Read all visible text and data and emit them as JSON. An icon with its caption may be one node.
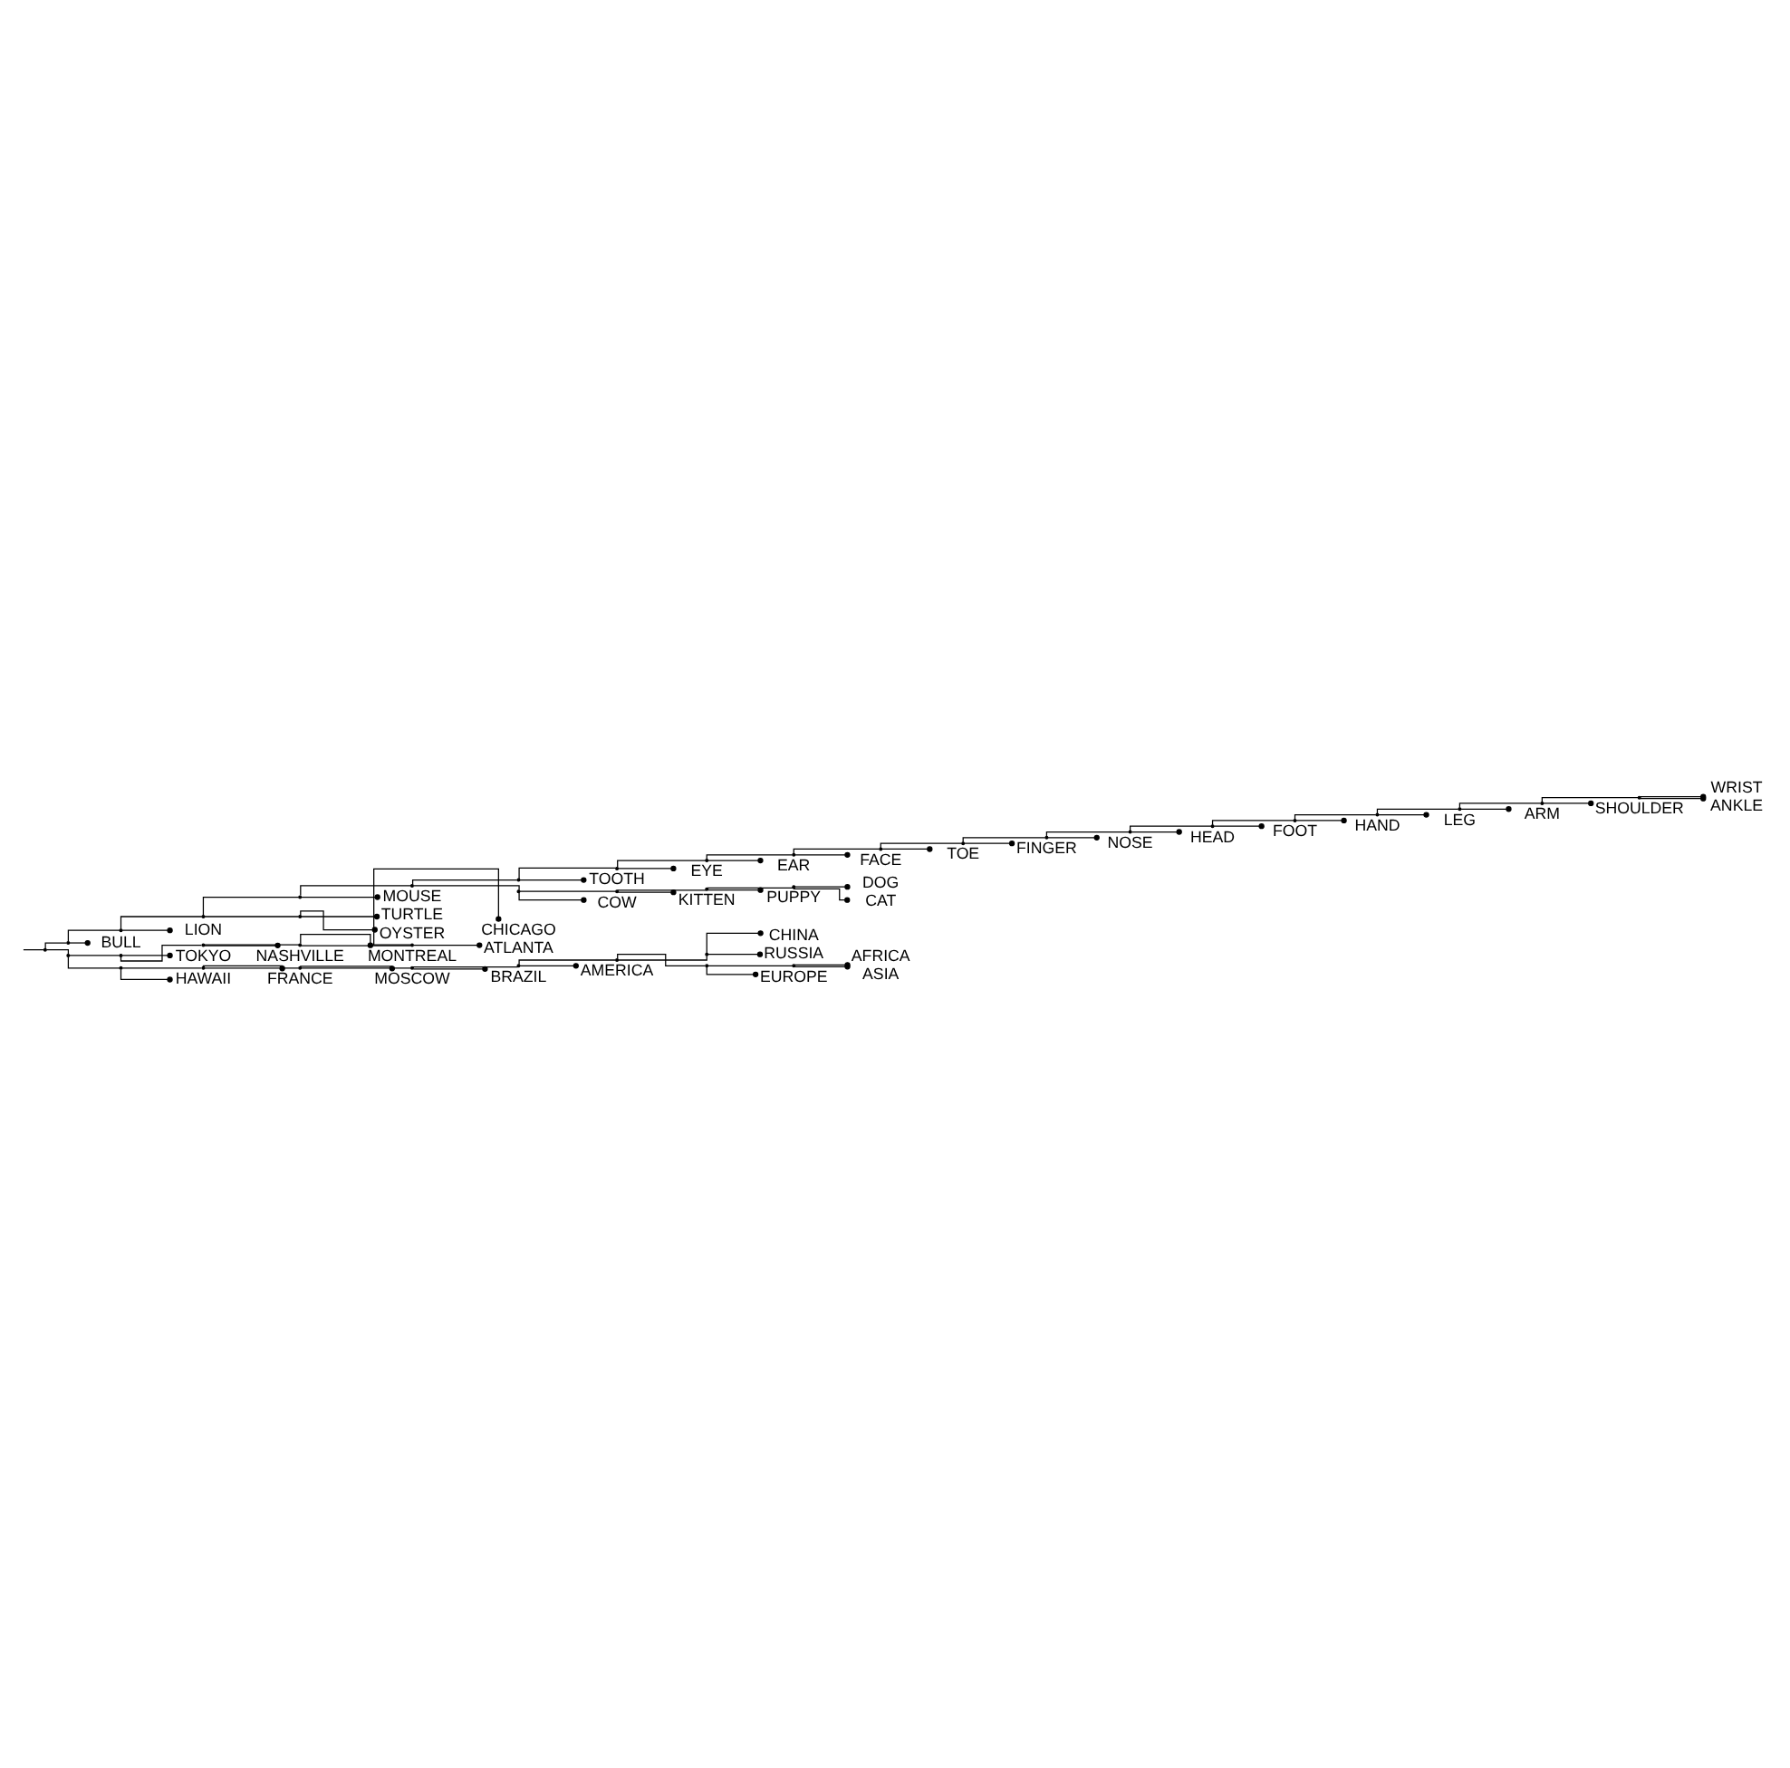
{
  "diagram": {
    "nodes": [
      {
        "text": [
          "WRIST"
        ]
      },
      {
        "text": [
          "ANKLE"
        ]
      },
      {
        "text": [
          "SHOULDER"
        ]
      },
      {
        "text": [
          "ARM"
        ]
      },
      {
        "text": [
          "LEG"
        ]
      },
      {
        "text": [
          "HAND"
        ]
      },
      {
        "text": [
          "FOOT"
        ]
      },
      {
        "text": [
          "HEAD"
        ]
      },
      {
        "text": [
          "NOSE"
        ]
      },
      {
        "text": [
          "FINGER"
        ]
      },
      {
        "text": [
          "TOE"
        ]
      },
      {
        "text": [
          "FACE"
        ]
      },
      {
        "text": [
          "EAR"
        ]
      },
      {
        "text": [
          "EYE"
        ]
      },
      {
        "text": [
          "TOOTH"
        ]
      },
      {
        "text": [
          "DOG"
        ]
      },
      {
        "text": [
          "CAT"
        ]
      },
      {
        "text": [
          "PUPPY"
        ]
      },
      {
        "text": [
          "KITTEN"
        ]
      },
      {
        "text": [
          "COW"
        ]
      },
      {
        "text": [
          "MOUSE"
        ]
      },
      {
        "text": [
          "TURTLE"
        ]
      },
      {
        "text": [
          "OYSTER"
        ]
      },
      {
        "text": [
          "LION"
        ]
      },
      {
        "text": [
          "BULL"
        ]
      },
      {
        "text": [
          "CHICAGO"
        ]
      },
      {
        "text": [
          "ATLANTA"
        ]
      },
      {
        "text": [
          "MONTREAL"
        ]
      },
      {
        "text": [
          "NASHVILLE"
        ]
      },
      {
        "text": [
          "TOKYO"
        ]
      },
      {
        "text": [
          "CHINA"
        ]
      },
      {
        "text": [
          "RUSSIA"
        ]
      },
      {
        "text": [
          "AFRICA"
        ]
      },
      {
        "text": [
          "ASIA"
        ]
      },
      {
        "text": [
          "EUROPE"
        ]
      },
      {
        "text": [
          "AMERICA"
        ]
      },
      {
        "text": [
          "BRAZIL"
        ]
      },
      {
        "text": [
          "MOSCOW"
        ]
      },
      {
        "text": [
          "FRANCE"
        ]
      },
      {
        "text": [
          "HAWAII"
        ]
      },
      {
        "text": [],
        "shape": "point"
      },
      {
        "text": [],
        "shape": "point"
      },
      {
        "text": [],
        "shape": "point"
      },
      {
        "text": [],
        "shape": "point"
      },
      {
        "text": [],
        "shape": "point"
      },
      {
        "text": [],
        "shape": "point"
      },
      {
        "text": [],
        "shape": "point"
      },
      {
        "text": [],
        "shape": "point"
      },
      {
        "text": [],
        "shape": "point"
      },
      {
        "text": [],
        "shape": "point"
      },
      {
        "text": [],
        "shape": "point"
      },
      {
        "text": [],
        "shape": "point"
      },
      {
        "text": [],
        "shape": "point"
      },
      {
        "text": [],
        "shape": "point"
      },
      {
        "text": [],
        "shape": "point"
      },
      {
        "text": [],
        "shape": "point"
      },
      {
        "text": [],
        "shape": "point"
      },
      {
        "text": [],
        "shape": "point"
      },
      {
        "text": [],
        "shape": "point"
      },
      {
        "text": [],
        "shape": "point"
      },
      {
        "text": [],
        "shape": "point"
      },
      {
        "text": [],
        "shape": "point"
      },
      {
        "text": [],
        "shape": "point"
      },
      {
        "text": [],
        "shape": "point"
      },
      {
        "text": [],
        "shape": "point"
      },
      {
        "text": [],
        "shape": "point"
      },
      {
        "text": [],
        "shape": "point"
      },
      {
        "text": [],
        "shape": "point"
      },
      {
        "text": [],
        "shape": "point"
      },
      {
        "text": [],
        "shape": "point"
      },
      {
        "text": [],
        "shape": "point"
      },
      {
        "text": [],
        "shape": "point"
      },
      {
        "text": [],
        "shape": "point"
      },
      {
        "text": [],
        "shape": "point"
      },
      {
        "text": [],
        "shape": "point"
      },
      {
        "text": [],
        "shape": "point"
      },
      {
        "text": [],
        "shape": "point"
      },
      {
        "text": [],
        "shape": "point"
      },
      {
        "text": [],
        "shape": "point"
      }
    ],
    "edges": [
      {
        "from": null,
        "to": 40,
        "arrow": "none"
      },
      {
        "from": 40,
        "to": 41,
        "arrow": "none"
      },
      {
        "from": 40,
        "to": 42,
        "arrow": "none"
      },
      {
        "from": 41,
        "to": 43,
        "arrow": "none"
      },
      {
        "from": 41,
        "to": 24,
        "arrow": "other"
      },
      {
        "from": 43,
        "to": 44,
        "arrow": "none"
      },
      {
        "from": 43,
        "to": 23,
        "arrow": "other"
      },
      {
        "from": 44,
        "to": 45,
        "arrow": "none"
      },
      {
        "from": 44,
        "to": 61,
        "arrow": "none"
      },
      {
        "from": 61,
        "to": 21,
        "arrow": "other"
      },
      {
        "from": 61,
        "to": 22,
        "arrow": "other"
      },
      {
        "from": 45,
        "to": 46,
        "arrow": "none"
      },
      {
        "from": 45,
        "to": 20,
        "arrow": "other"
      },
      {
        "from": 46,
        "to": 47,
        "arrow": "none"
      },
      {
        "from": 46,
        "to": 62,
        "arrow": "none"
      },
      {
        "from": 47,
        "to": 48,
        "arrow": "none"
      },
      {
        "from": 47,
        "to": 14,
        "arrow": "other"
      },
      {
        "from": 48,
        "to": 49,
        "arrow": "none"
      },
      {
        "from": 48,
        "to": 13,
        "arrow": "other"
      },
      {
        "from": 49,
        "to": 50,
        "arrow": "none"
      },
      {
        "from": 49,
        "to": 12,
        "arrow": "other"
      },
      {
        "from": 50,
        "to": 51,
        "arrow": "none"
      },
      {
        "from": 50,
        "to": 11,
        "arrow": "other"
      },
      {
        "from": 51,
        "to": 52,
        "arrow": "none"
      },
      {
        "from": 51,
        "to": 10,
        "arrow": "other"
      },
      {
        "from": 52,
        "to": 53,
        "arrow": "none"
      },
      {
        "from": 52,
        "to": 9,
        "arrow": "other"
      },
      {
        "from": 53,
        "to": 54,
        "arrow": "none"
      },
      {
        "from": 53,
        "to": 8,
        "arrow": "other"
      },
      {
        "from": 54,
        "to": 55,
        "arrow": "none"
      },
      {
        "from": 54,
        "to": 7,
        "arrow": "other"
      },
      {
        "from": 55,
        "to": 56,
        "arrow": "none"
      },
      {
        "from": 55,
        "to": 6,
        "arrow": "other"
      },
      {
        "from": 56,
        "to": 57,
        "arrow": "none"
      },
      {
        "from": 56,
        "to": 5,
        "arrow": "other"
      },
      {
        "from": 57,
        "to": 58,
        "arrow": "none"
      },
      {
        "from": 57,
        "to": 4,
        "arrow": "other"
      },
      {
        "from": 58,
        "to": 59,
        "arrow": "none"
      },
      {
        "from": 58,
        "to": 3,
        "arrow": "other"
      },
      {
        "from": 59,
        "to": 60,
        "arrow": "none"
      },
      {
        "from": 59,
        "to": 2,
        "arrow": "other"
      },
      {
        "from": 60,
        "to": 0,
        "arrow": "other"
      },
      {
        "from": 60,
        "to": 1,
        "arrow": "other"
      },
      {
        "from": 62,
        "to": 63,
        "arrow": "none"
      },
      {
        "from": 62,
        "to": 19,
        "arrow": "other"
      },
      {
        "from": 63,
        "to": 64,
        "arrow": "none"
      },
      {
        "from": 63,
        "to": 18,
        "arrow": "other"
      },
      {
        "from": 64,
        "to": 65,
        "arrow": "none"
      },
      {
        "from": 64,
        "to": 17,
        "arrow": "other"
      },
      {
        "from": 65,
        "to": 15,
        "arrow": "other"
      },
      {
        "from": 65,
        "to": 16,
        "arrow": "other"
      },
      {
        "from": 42,
        "to": 66,
        "arrow": "none"
      },
      {
        "from": 42,
        "to": 70,
        "arrow": "none"
      },
      {
        "from": 66,
        "to": 67,
        "arrow": "none"
      },
      {
        "from": 66,
        "to": 29,
        "arrow": "other"
      },
      {
        "from": 67,
        "to": 68,
        "arrow": "none"
      },
      {
        "from": 67,
        "to": 28,
        "arrow": "other"
      },
      {
        "from": 68,
        "to": 69,
        "arrow": "none"
      },
      {
        "from": 68,
        "to": 27,
        "arrow": "other"
      },
      {
        "from": 69,
        "to": 25,
        "arrow": "other"
      },
      {
        "from": 69,
        "to": 26,
        "arrow": "other"
      },
      {
        "from": 70,
        "to": 71,
        "arrow": "none"
      },
      {
        "from": 70,
        "to": 39,
        "arrow": "other"
      },
      {
        "from": 71,
        "to": 72,
        "arrow": "none"
      },
      {
        "from": 71,
        "to": 38,
        "arrow": "other"
      },
      {
        "from": 72,
        "to": 73,
        "arrow": "none"
      },
      {
        "from": 72,
        "to": 37,
        "arrow": "other"
      },
      {
        "from": 73,
        "to": 74,
        "arrow": "none"
      },
      {
        "from": 73,
        "to": 36,
        "arrow": "other"
      },
      {
        "from": 74,
        "to": 75,
        "arrow": "none"
      },
      {
        "from": 74,
        "to": 35,
        "arrow": "other"
      },
      {
        "from": 75,
        "to": 76,
        "arrow": "none"
      },
      {
        "from": 75,
        "to": 77,
        "arrow": "none"
      },
      {
        "from": 76,
        "to": 30,
        "arrow": "other"
      },
      {
        "from": 76,
        "to": 31,
        "arrow": "other"
      },
      {
        "from": 77,
        "to": 78,
        "arrow": "none"
      },
      {
        "from": 77,
        "to": 34,
        "arrow": "other"
      },
      {
        "from": 78,
        "to": 32,
        "arrow": "other"
      },
      {
        "from": 78,
        "to": 33,
        "arrow": "other"
      }
    ]
  }
}
